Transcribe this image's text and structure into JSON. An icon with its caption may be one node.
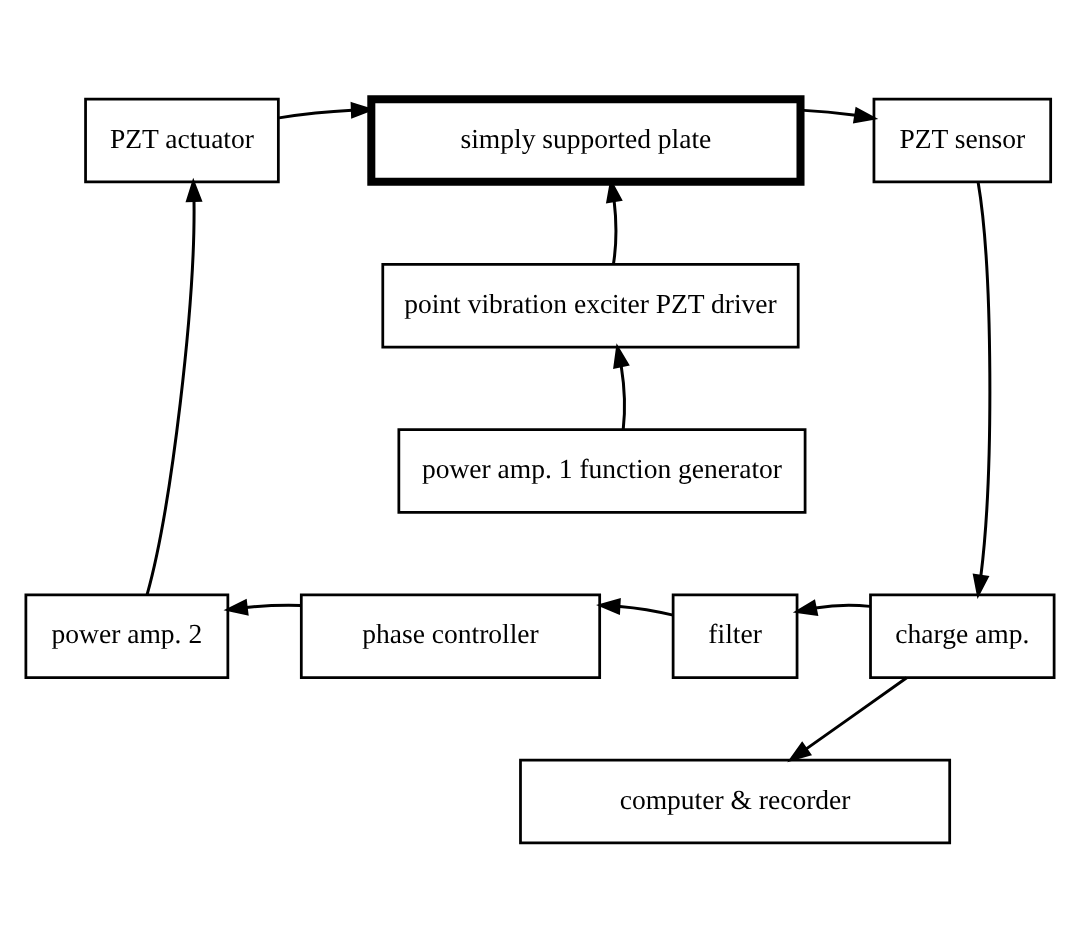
{
  "diagram": {
    "nodes": [
      {
        "text": [
          "PZT actuator"
        ]
      },
      {
        "text": [
          "simply supported plate"
        ]
      },
      {
        "text": [
          "PZT sensor"
        ]
      },
      {
        "text": [
          "point vibration exciter PZT driver"
        ]
      },
      {
        "text": [
          "power amp. 1 function generator"
        ]
      },
      {
        "text": [
          "power amp. 2"
        ]
      },
      {
        "text": [
          "phase controller"
        ]
      },
      {
        "text": [
          "filter"
        ]
      },
      {
        "text": [
          "charge amp."
        ]
      },
      {
        "text": [
          "computer & recorder"
        ]
      }
    ],
    "edges": [
      {
        "from": 0,
        "to": 1,
        "arrow": "to"
      },
      {
        "from": 1,
        "to": 2,
        "arrow": "to"
      },
      {
        "from": 3,
        "to": 1,
        "arrow": "to"
      },
      {
        "from": 4,
        "to": 3,
        "arrow": "to"
      },
      {
        "from": 2,
        "to": 8,
        "arrow": "to"
      },
      {
        "from": 8,
        "to": 7,
        "arrow": "to"
      },
      {
        "from": 8,
        "to": 9,
        "arrow": "to"
      },
      {
        "from": 7,
        "to": 6,
        "arrow": "to"
      },
      {
        "from": 6,
        "to": 5,
        "arrow": "to"
      },
      {
        "from": 5,
        "to": 0,
        "arrow": "to"
      }
    ]
  }
}
